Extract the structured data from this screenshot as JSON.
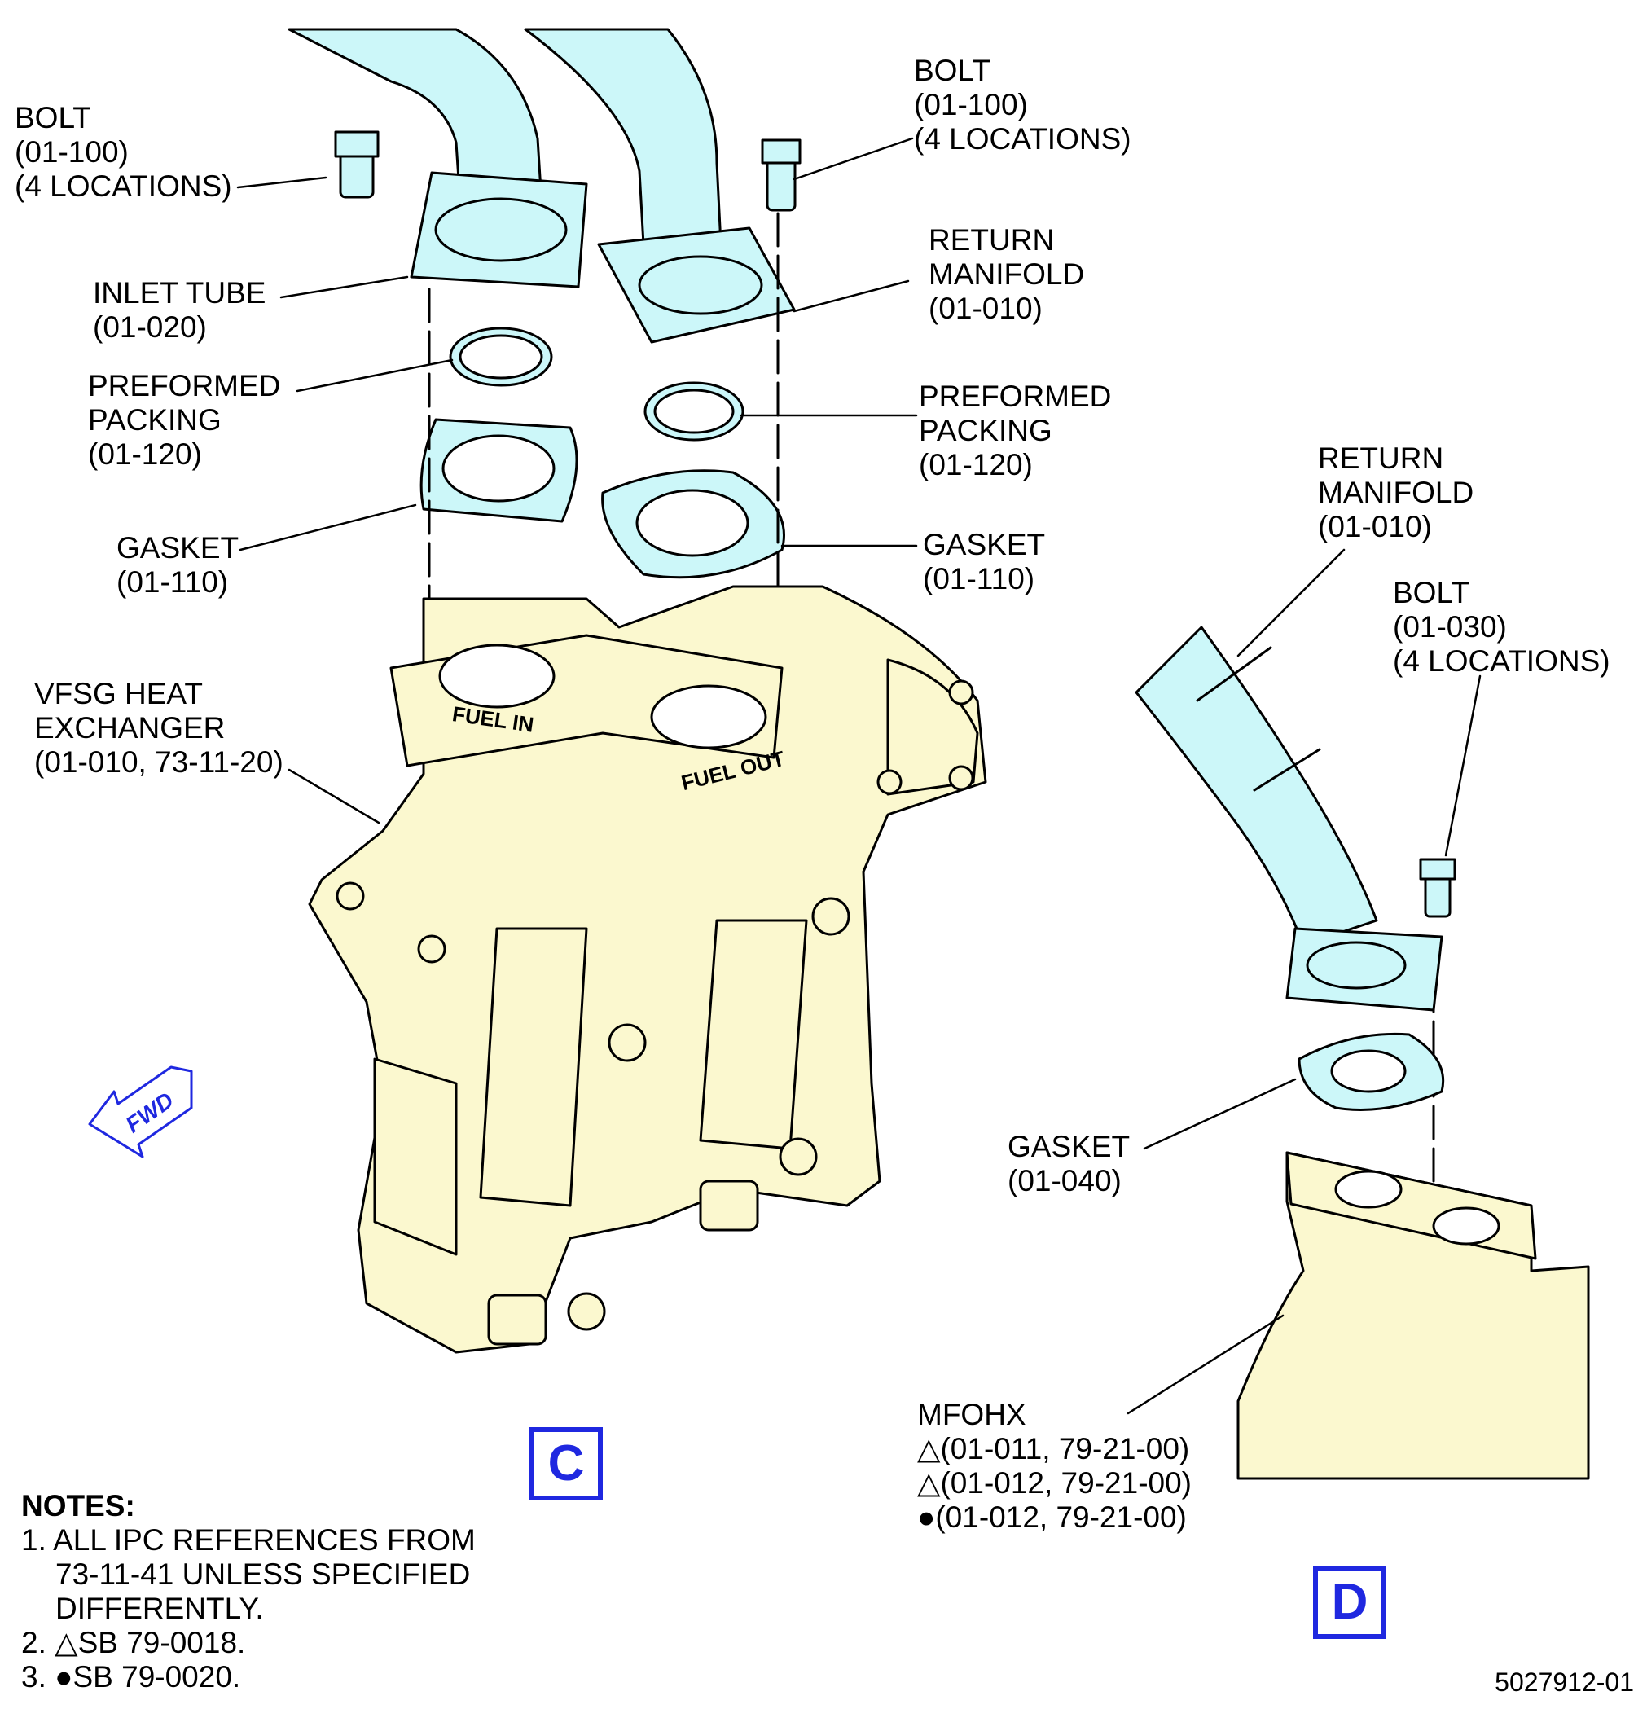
{
  "labels": {
    "bolt_left": [
      "BOLT",
      "(01-100)",
      "(4 LOCATIONS)"
    ],
    "bolt_right": [
      "BOLT",
      "(01-100)",
      "(4 LOCATIONS)"
    ],
    "inlet_tube": [
      "INLET TUBE",
      "(01-020)"
    ],
    "return_manifold_c": [
      "RETURN",
      "MANIFOLD",
      "(01-010)"
    ],
    "packing_left": [
      "PREFORMED",
      "PACKING",
      "(01-120)"
    ],
    "packing_right": [
      "PREFORMED",
      "PACKING",
      "(01-120)"
    ],
    "gasket_left": [
      "GASKET",
      "(01-110)"
    ],
    "gasket_right": [
      "GASKET",
      "(01-110)"
    ],
    "vfsg": [
      "VFSG HEAT",
      "EXCHANGER",
      "(01-010, 73-11-20)"
    ],
    "return_manifold_d": [
      "RETURN",
      "MANIFOLD",
      "(01-010)"
    ],
    "bolt_d": [
      "BOLT",
      "(01-030)",
      "(4 LOCATIONS)"
    ],
    "gasket_d": [
      "GASKET",
      "(01-040)"
    ],
    "mfohx": [
      "MFOHX",
      "(01-011, 79-21-00)",
      "(01-012, 79-21-00)",
      "(01-012, 79-21-00)"
    ]
  },
  "component_markings": {
    "fuel_in": "FUEL IN",
    "fuel_out": "FUEL OUT",
    "fwd": "FWD"
  },
  "views": {
    "c": "C",
    "d": "D"
  },
  "notes": {
    "title": "NOTES:",
    "items": [
      "1. ALL IPC REFERENCES FROM",
      "73-11-41 UNLESS SPECIFIED",
      "DIFFERENTLY.",
      "2. △SB 79-0018.",
      "3. ●SB 79-0020."
    ]
  },
  "figure_id": "5027912-01",
  "colors": {
    "tube": "#ccf7f9",
    "body": "#fbf8cf",
    "accent": "#1f28e0",
    "line": "#000000"
  }
}
